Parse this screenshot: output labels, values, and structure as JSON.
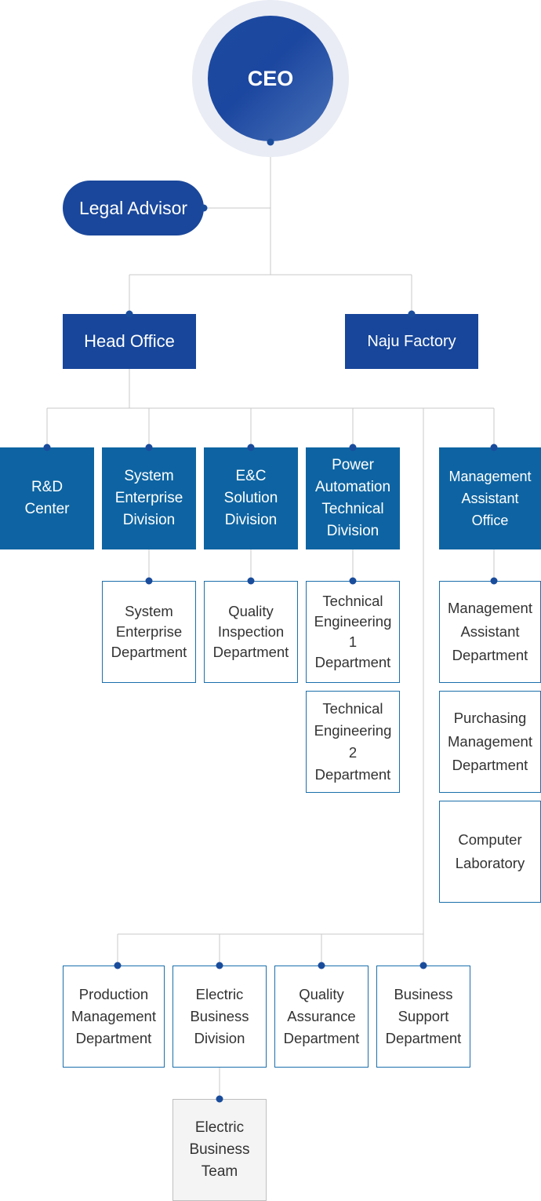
{
  "ceo": "CEO",
  "legal_advisor": "Legal Advisor",
  "offices": {
    "head": "Head Office",
    "naju": "Naju Factory"
  },
  "divisions": {
    "rnd": "R&D\nCenter",
    "system_enterprise": "System\nEnterprise\nDivision",
    "enc_solution": "E&C\nSolution\nDivision",
    "power_automation": "Power\nAutomation\nTechnical\nDivision",
    "management_assistant": "Management\nAssistant\nOffice"
  },
  "departments": {
    "system_enterprise": "System\nEnterprise\nDepartment",
    "quality_inspection": "Quality\nInspection\nDepartment",
    "tech_eng_1": "Technical\nEngineering\n1\nDepartment",
    "tech_eng_2": "Technical\nEngineering\n2\nDepartment",
    "management_assistant": "Management\nAssistant\nDepartment",
    "purchasing_management": "Purchasing\nManagement\nDepartment",
    "computer_laboratory": "Computer\nLaboratory",
    "production_management": "Production\nManagement\nDepartment",
    "electric_business": "Electric\nBusiness\nDivision",
    "quality_assurance": "Quality\nAssurance\nDepartment",
    "business_support": "Business\nSupport\nDepartment"
  },
  "teams": {
    "electric_business": "Electric\nBusiness\nTeam"
  },
  "colors": {
    "ceo": "#1c47a0",
    "office": "#17469a",
    "division": "#0e64a2",
    "department_border": "#1b6fab",
    "connector": "#c8c8c8"
  }
}
